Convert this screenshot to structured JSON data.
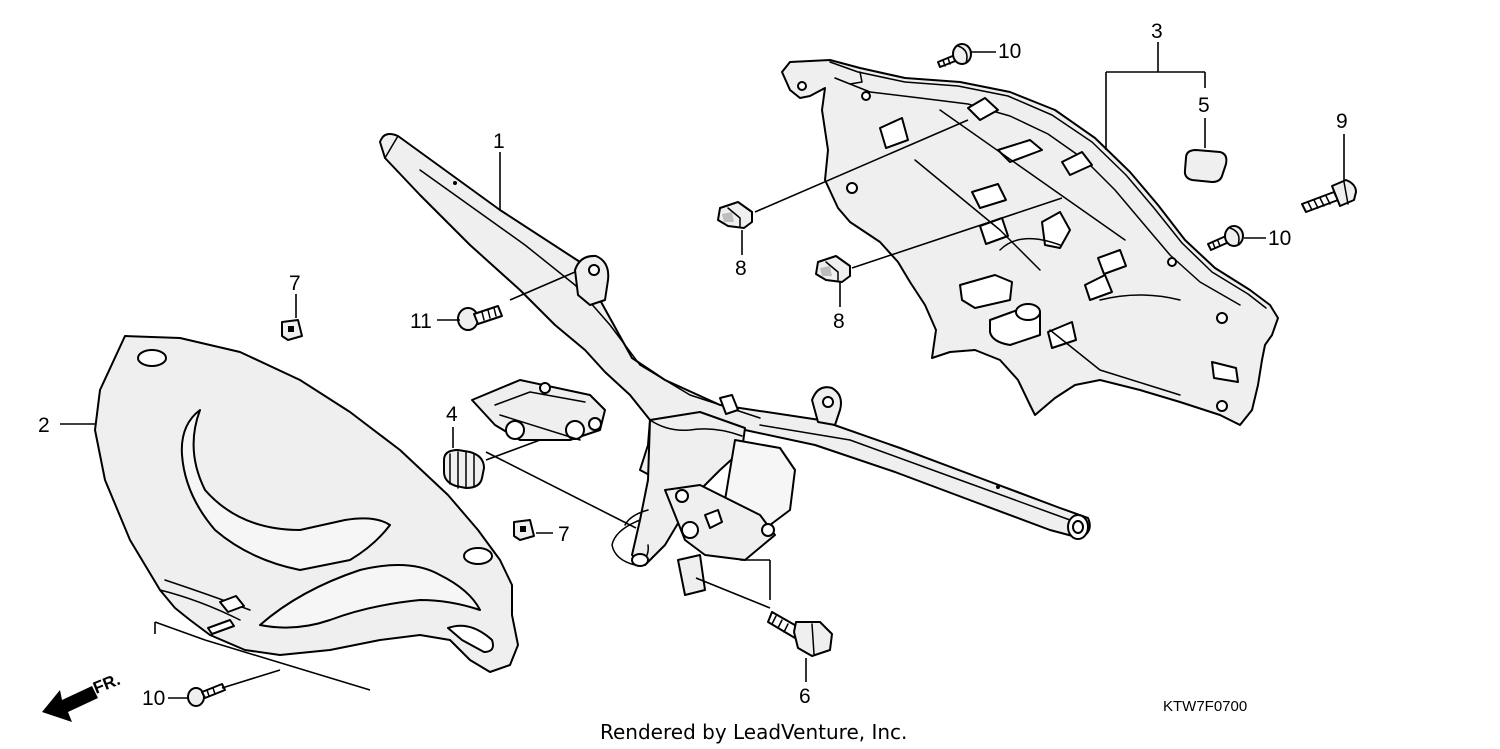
{
  "callouts": {
    "c1": "1",
    "c2": "2",
    "c3": "3",
    "c4": "4",
    "c5": "5",
    "c6": "6",
    "c7a": "7",
    "c7b": "7",
    "c8a": "8",
    "c8b": "8",
    "c9": "9",
    "c10a": "10",
    "c10b": "10",
    "c10c": "10",
    "c11": "11"
  },
  "direction_label": "FR.",
  "diagram_code": "KTW7F0700",
  "credit": "Rendered by LeadVenture, Inc."
}
